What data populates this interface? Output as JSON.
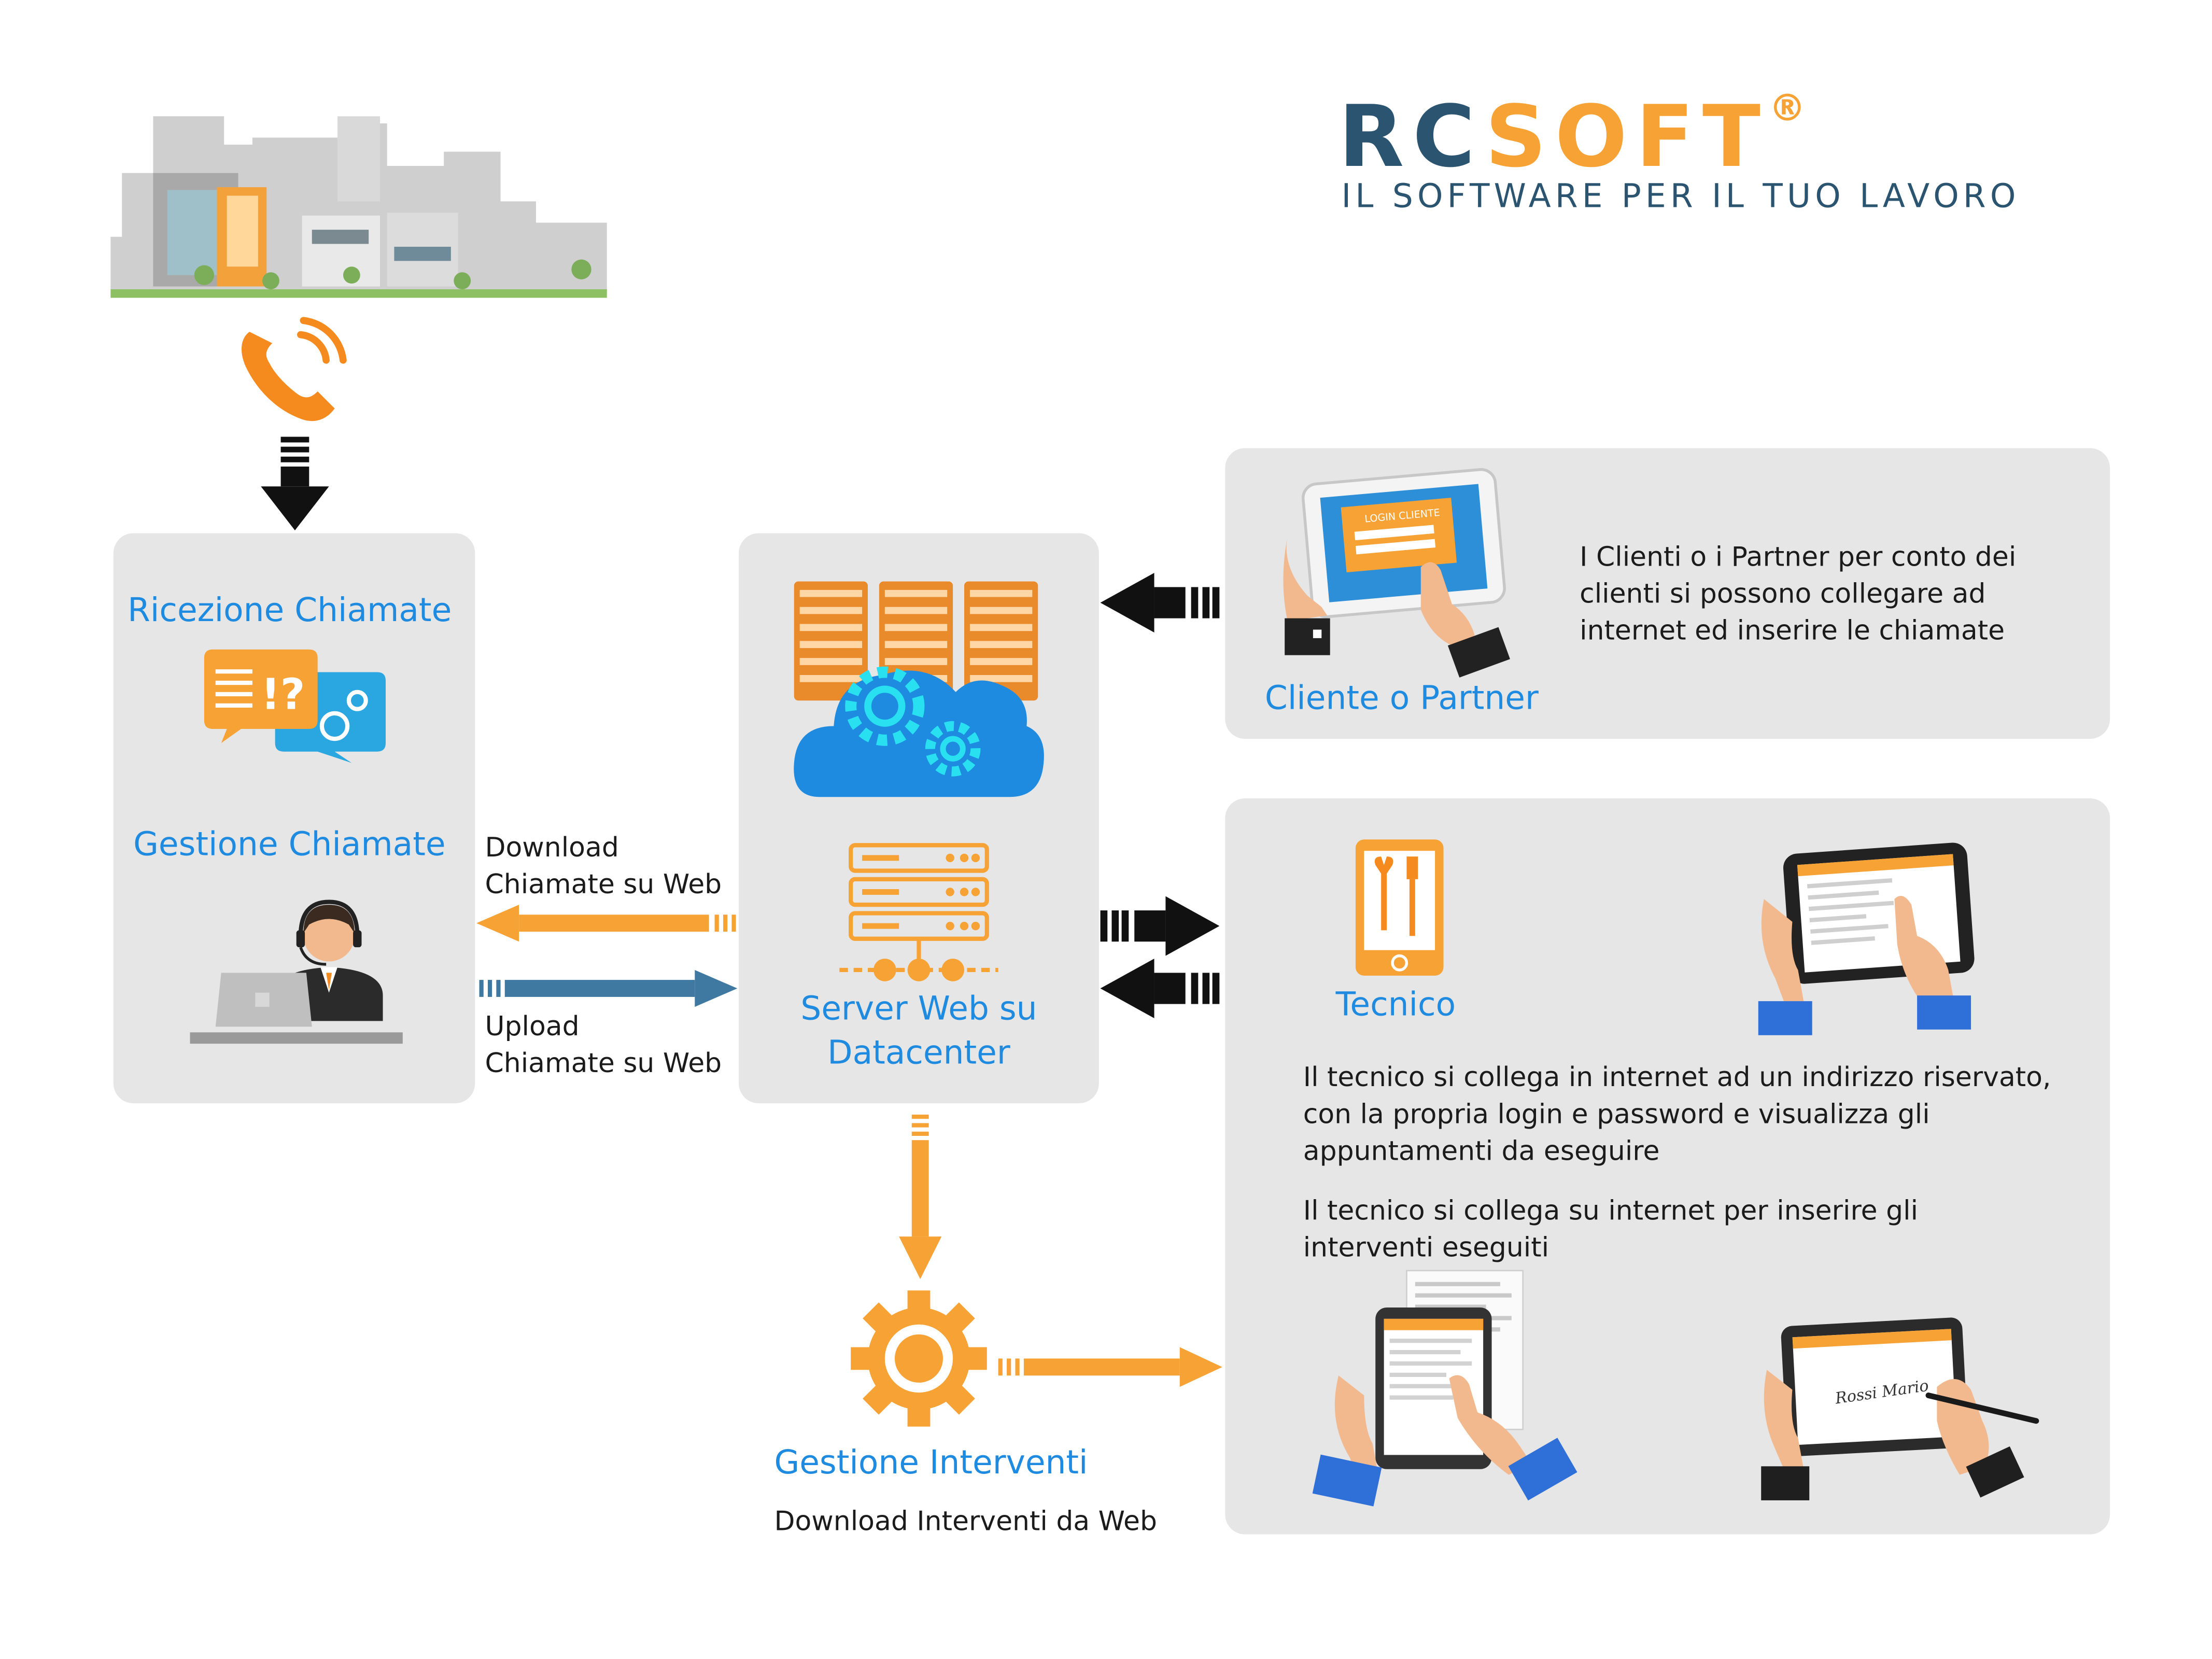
{
  "logo": {
    "part1": "RC",
    "part2": "SOFT",
    "registered": "®",
    "tagline": "IL SOFTWARE PER IL TUO LAVORO"
  },
  "left_panel": {
    "title_top": "Ricezione Chiamate",
    "title_bottom": "Gestione Chiamate"
  },
  "arrows": {
    "download_line1": "Download",
    "download_line2": "Chiamate su Web",
    "upload_line1": "Upload",
    "upload_line2": "Chiamate su Web"
  },
  "center_panel": {
    "caption_line1": "Server Web su",
    "caption_line2": "Datacenter"
  },
  "client_panel": {
    "title": "Cliente o Partner",
    "description": "I Clienti o i Partner per conto dei clienti si possono collegare ad internet ed inserire le chiamate",
    "tablet_screen_label": "LOGIN CLIENTE"
  },
  "tech_panel": {
    "title": "Tecnico",
    "paragraph1": "Il tecnico si collega in internet ad un indirizzo riservato, con la propria login e password e visualizza gli appuntamenti da eseguire",
    "paragraph2": "Il tecnico si collega su internet per inserire gli interventi eseguiti",
    "signature": "Rossi Mario"
  },
  "interventions": {
    "title": "Gestione Interventi",
    "subtitle": "Download Interventi da Web"
  },
  "colors": {
    "orange": "#f7a235",
    "blue": "#1e8be0",
    "steel_blue": "#3f78a0",
    "panel_gray": "#e6e6e6",
    "logo_dark": "#2a5470"
  }
}
